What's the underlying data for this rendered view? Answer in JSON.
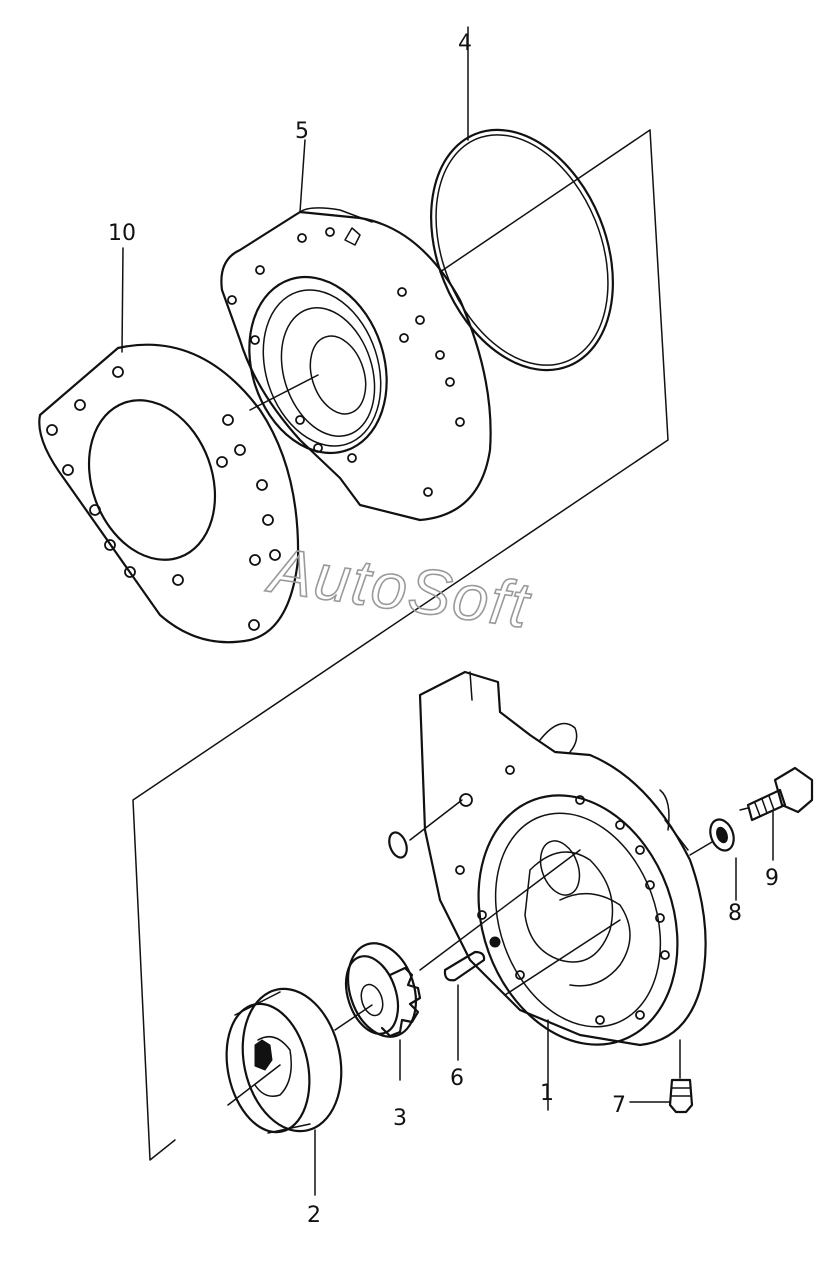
{
  "watermark": "AutoSoft",
  "labels": {
    "p1": "1",
    "p2": "2",
    "p3": "3",
    "p4": "4",
    "p5": "5",
    "p6": "6",
    "p7": "7",
    "p8": "8",
    "p9": "9",
    "p10": "10"
  }
}
